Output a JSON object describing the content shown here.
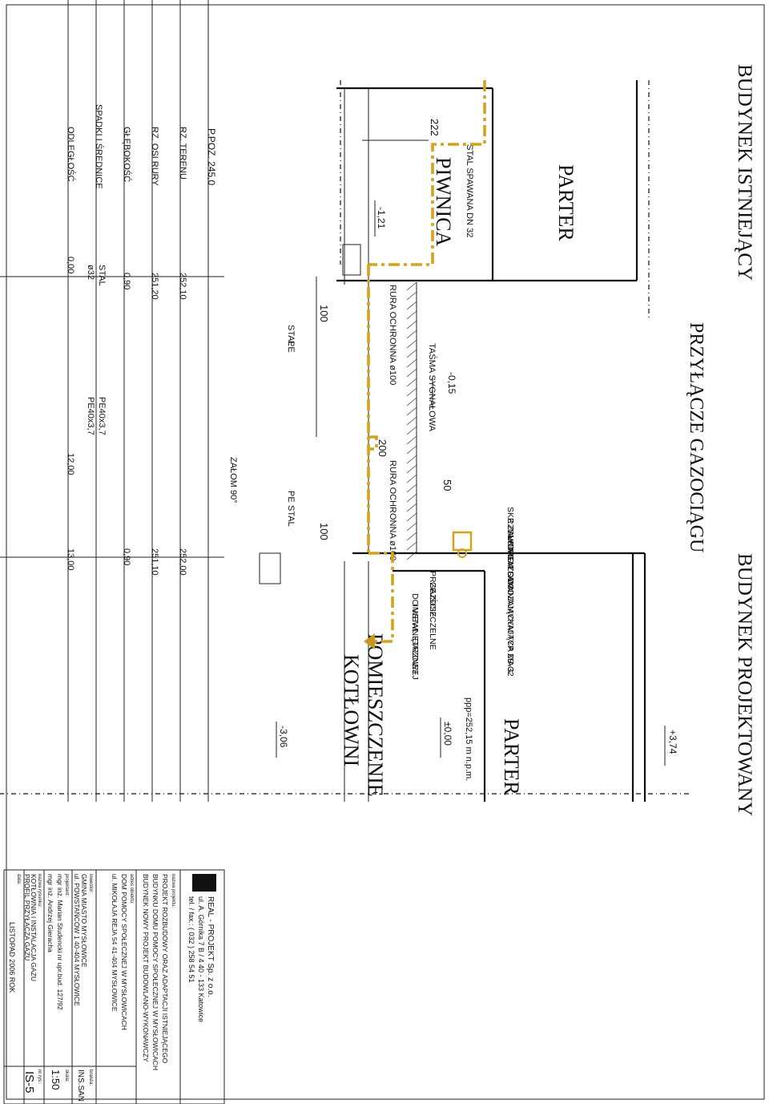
{
  "header": {
    "building_existing": "BUDYNEK ISTNIEJĄCY",
    "title": "PRZYŁĄCZE GAZOCIĄGU",
    "building_designed": "BUDYNEK PROJEKTOWANY"
  },
  "rooms": {
    "parter_left": "PARTER",
    "piwnica": "PIWNICA",
    "parter_right": "PARTER",
    "kotlownia_line1": "POMIESZCZENIE",
    "kotlownia_line2": "KOTŁOWNI"
  },
  "levels": {
    "l222": "222",
    "m121": "-1,21",
    "m015": "-0,15",
    "p374": "+3,74",
    "ppp": "ppp=252,15  m n.p.m.",
    "pm000": "±0,00",
    "m306": "-3,06"
  },
  "labels": {
    "stal_spawana": "STAL SPAWANA DN 32",
    "rura_ochronna_1": "RURA OCHRONNA ø100",
    "tasma": "TAŚMA SYGNAŁOWA",
    "rura_ochronna_2": "RURA OCHRONNA ø100",
    "skrzynka_1": "SKRZYNKA GAZOWA",
    "skrzynka_2": "Z ZAWOREM ODCINAJĄCYM TYP ZB-32",
    "skrzynka_3": "GŁOWICA SAMOZAMYKAJĄCA MAG",
    "przejscie_1": "PRZEJŚCIE",
    "przejscie_2": "GAZOSZCZELNE",
    "wewn_1": "DO WEWNĘTRZNEJ",
    "wewn_2": "INSTAL. GAZOWEJ",
    "stal_1": "STAL",
    "pe_1": "PE",
    "pe_2": "PE",
    "stal_2": "STAL",
    "zalom": "ZAŁOM 90°",
    "dim_100a": "100",
    "dim_200": "200",
    "dim_50": "50",
    "dim_100b": "100"
  },
  "profile": {
    "ppoz": "P.POZ.  245,0",
    "rows": [
      "RZ. TERENU",
      "RZ. OSI RURY",
      "GŁĘBOKOŚĆ",
      "SPADKI I ŚREDNICE",
      "ODLEGŁOŚĆ"
    ],
    "col_a": {
      "teren": "252,10",
      "os": "251,20",
      "gleb": "0,90",
      "spadek_1": "STAL",
      "spadek_2": "ø32",
      "odl": "0,00"
    },
    "col_b": {
      "spadek_1": "PE40x3,7",
      "spadek_2": "PE40x3,7",
      "odl": "12,00"
    },
    "col_c": {
      "teren": "252,00",
      "os": "251,10",
      "gleb": "0,90",
      "odl": "13,00"
    }
  },
  "titleblock": {
    "company_1": "REAL - PROJEKT Sp. z o.o.",
    "company_2": "ul. A. Górnika 7 B / 4  40 - 133 Katowice",
    "company_3": "tel. / fax.: ( 032 ) 258 54 51",
    "name_label": "nazwa projektu:",
    "name_1": "PROJEKT ROZBUDOWY ORAZ ADAPTACJI ISTNIEJĄCEGO",
    "name_2": "BUDYNKU DOMU POMOCY SPOŁECZNEJ W MYSŁOWICACH",
    "name_3": "BUDYNEK NOWY    PROJEKT BUDOWLANO-WYKONAWCZY",
    "addr_label": "adres obiektu:",
    "addr_1": "DOM POMOCY SPOŁECZNEJ W MYSŁOWICACH",
    "addr_2": "ul. MIKOŁAJA REJA 54  41-404  MYSŁOWICE",
    "investor_label": "inwestor:",
    "investor_1": "GMINA  MIASTO  MYSŁOWICE",
    "investor_2": "ul. POWSTAŃCÓW  1  40-404  MYSŁOWICE",
    "branch_label": "branża:",
    "branch": "INS.SAN",
    "designer_label": "projektant:",
    "designer": "mgr inż. Marian Studencki  nr upr.bud. 127/92",
    "scale_label": "skala:",
    "scale": "1:50",
    "drafter": "mgr inż. Andrzej Gieracha",
    "drawing_label": "nazwa rysunku:",
    "drawing_1": "KOTŁOWNIA I INSTALACJA GAZU",
    "drawing_2": "PROFIL PRZYŁĄCZA GAZU",
    "number_label": "nr rys.:",
    "number": "IS-5",
    "date_label": "data:",
    "date": "LISTOPAD 2006 ROK"
  },
  "colors": {
    "gas_pipe": "#d6a317",
    "line": "#111111"
  }
}
